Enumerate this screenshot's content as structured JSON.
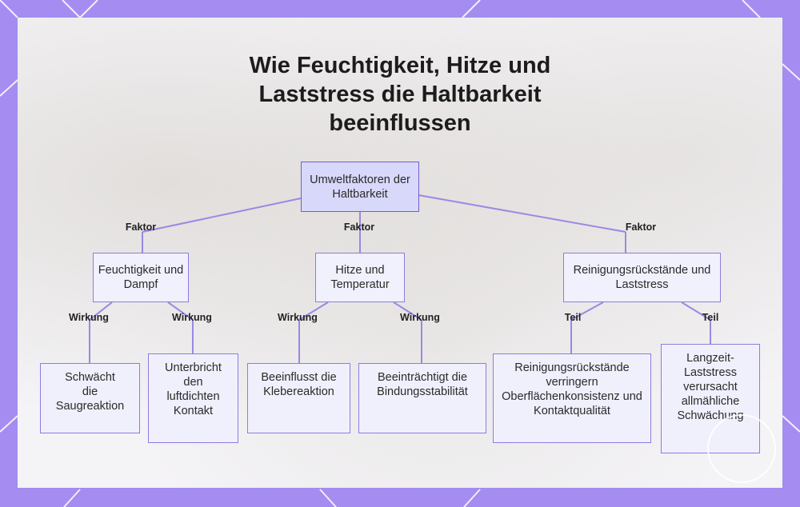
{
  "title_lines": [
    "Wie Feuchtigkeit, Hitze und",
    "Laststress die Haltbarkeit",
    "beeinflussen"
  ],
  "root": "Umweltfaktoren der Haltbarkeit",
  "factors": [
    "Feuchtigkeit und Dampf",
    "Hitze und Temperatur",
    "Reinigungsrückstände und Laststress"
  ],
  "edge_labels": {
    "factor_1": "Faktor",
    "factor_2": "Faktor",
    "factor_3": "Faktor",
    "effect_1": "Wirkung",
    "effect_2": "Wirkung",
    "effect_3": "Wirkung",
    "effect_4": "Wirkung",
    "part_1": "Teil",
    "part_2": "Teil"
  },
  "leaves": [
    "Schwächt die Saugreaktion",
    "Unterbricht den luftdichten Kontakt",
    "Beeinflusst die Klebereaktion",
    "Beeinträchtigt die Bindungsstabilität",
    "Reinigungsrückstände verringern Oberflächenkonsistenz und Kontaktqualität",
    "Langzeit-Laststress verursacht allmähliche Schwächung"
  ],
  "colors": {
    "frame": "#a48cf0",
    "node_border": "#8f7be0",
    "root_fill": "#d8d8fa",
    "node_fill": "#f1f1fd"
  }
}
